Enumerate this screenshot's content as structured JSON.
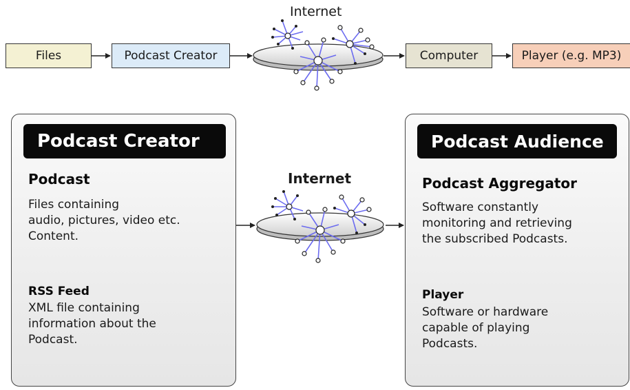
{
  "flow": {
    "files": "Files",
    "podcast_creator": "Podcast Creator",
    "internet": "Internet",
    "computer": "Computer",
    "player": "Player (e.g. MP3)"
  },
  "creator_panel": {
    "header": "Podcast Creator",
    "podcast_title": "Podcast",
    "podcast_lines": [
      "Files containing",
      "audio, pictures, video etc.",
      "Content."
    ],
    "rss_title": "RSS Feed",
    "rss_lines": [
      "XML file containing",
      "information about the",
      "Podcast."
    ]
  },
  "internet_mid": "Internet",
  "audience_panel": {
    "header": "Podcast Audience",
    "aggregator_title": "Podcast Aggregator",
    "aggregator_lines": [
      "Software constantly",
      "monitoring and retrieving",
      "the subscribed Podcasts."
    ],
    "player_title": "Player",
    "player_lines": [
      "Software or hardware",
      "capable of playing",
      "Podcasts."
    ]
  },
  "colors": {
    "files_box": "#f4f1d3",
    "creator_box": "#dcebf8",
    "computer_box": "#e6e3d2",
    "player_box": "#f7cfb9",
    "network_lines": "#6b6bf0",
    "header_bg": "#0a0a0a"
  }
}
